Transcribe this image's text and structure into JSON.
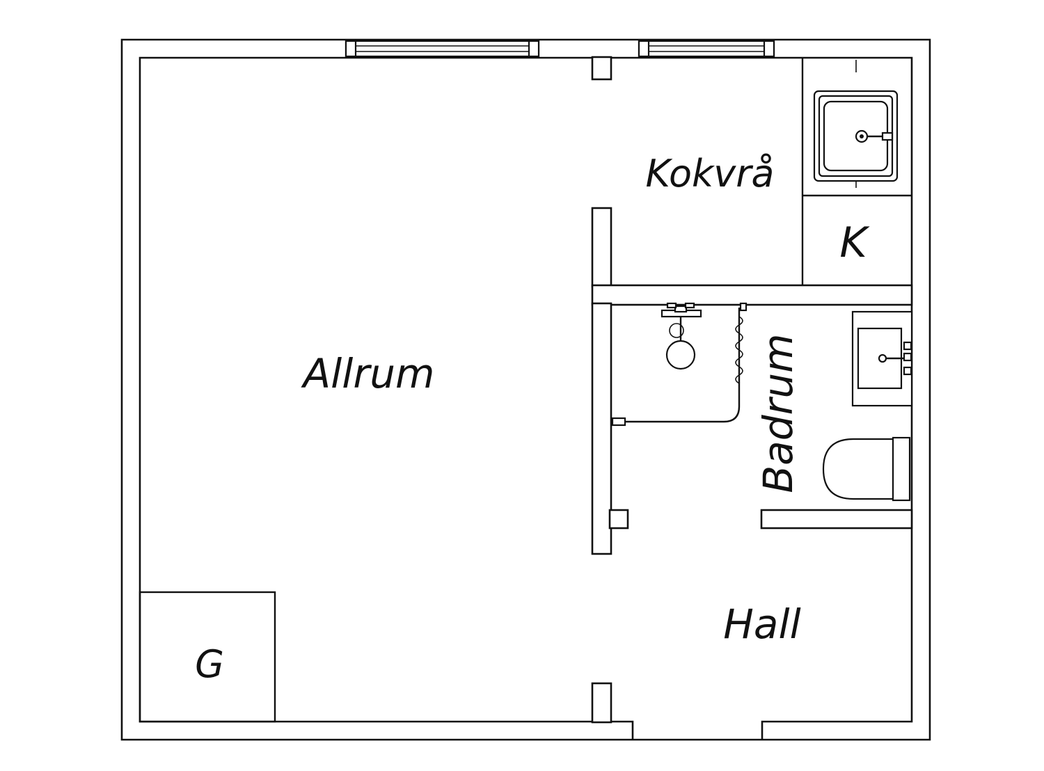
{
  "floorplan": {
    "rooms": {
      "allrum": "Allrum",
      "kokvra": "Kokvrå",
      "kyl": "K",
      "badrum": "Badrum",
      "hall": "Hall",
      "garderob": "G"
    },
    "colors": {
      "wall_stroke": "#111111",
      "background": "#ffffff"
    }
  }
}
